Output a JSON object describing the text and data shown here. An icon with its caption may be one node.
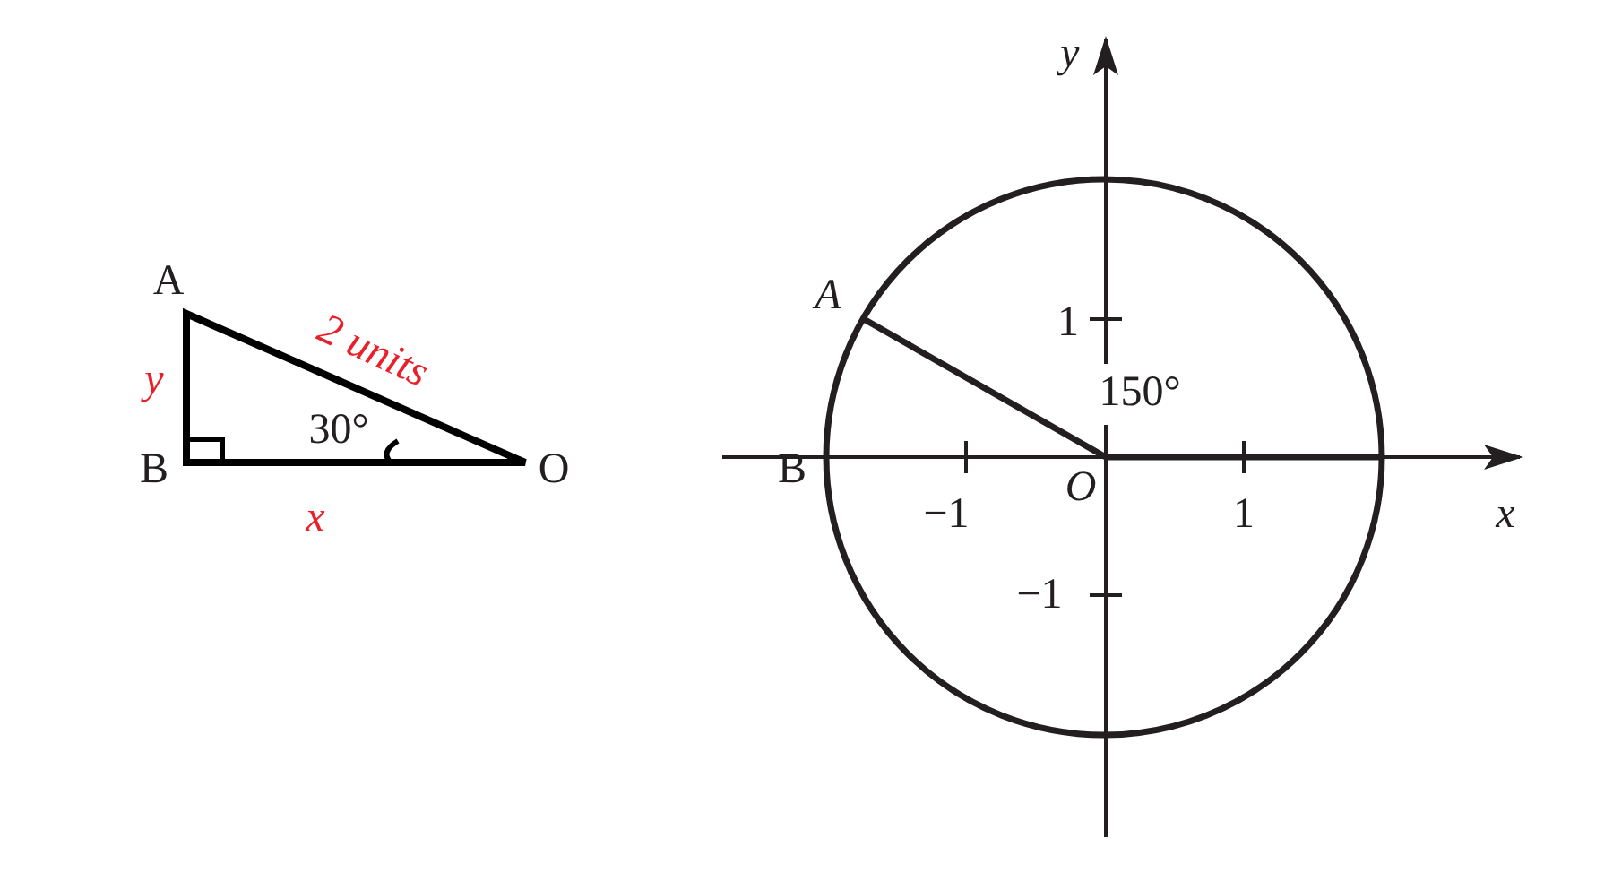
{
  "diagram": {
    "labels": [
      "y",
      "A",
      "A",
      "1",
      "2 units",
      "y",
      "150°",
      "30°",
      "B",
      "O",
      "B",
      "O",
      "−1",
      "1",
      "x",
      "x",
      "−1"
    ]
  }
}
